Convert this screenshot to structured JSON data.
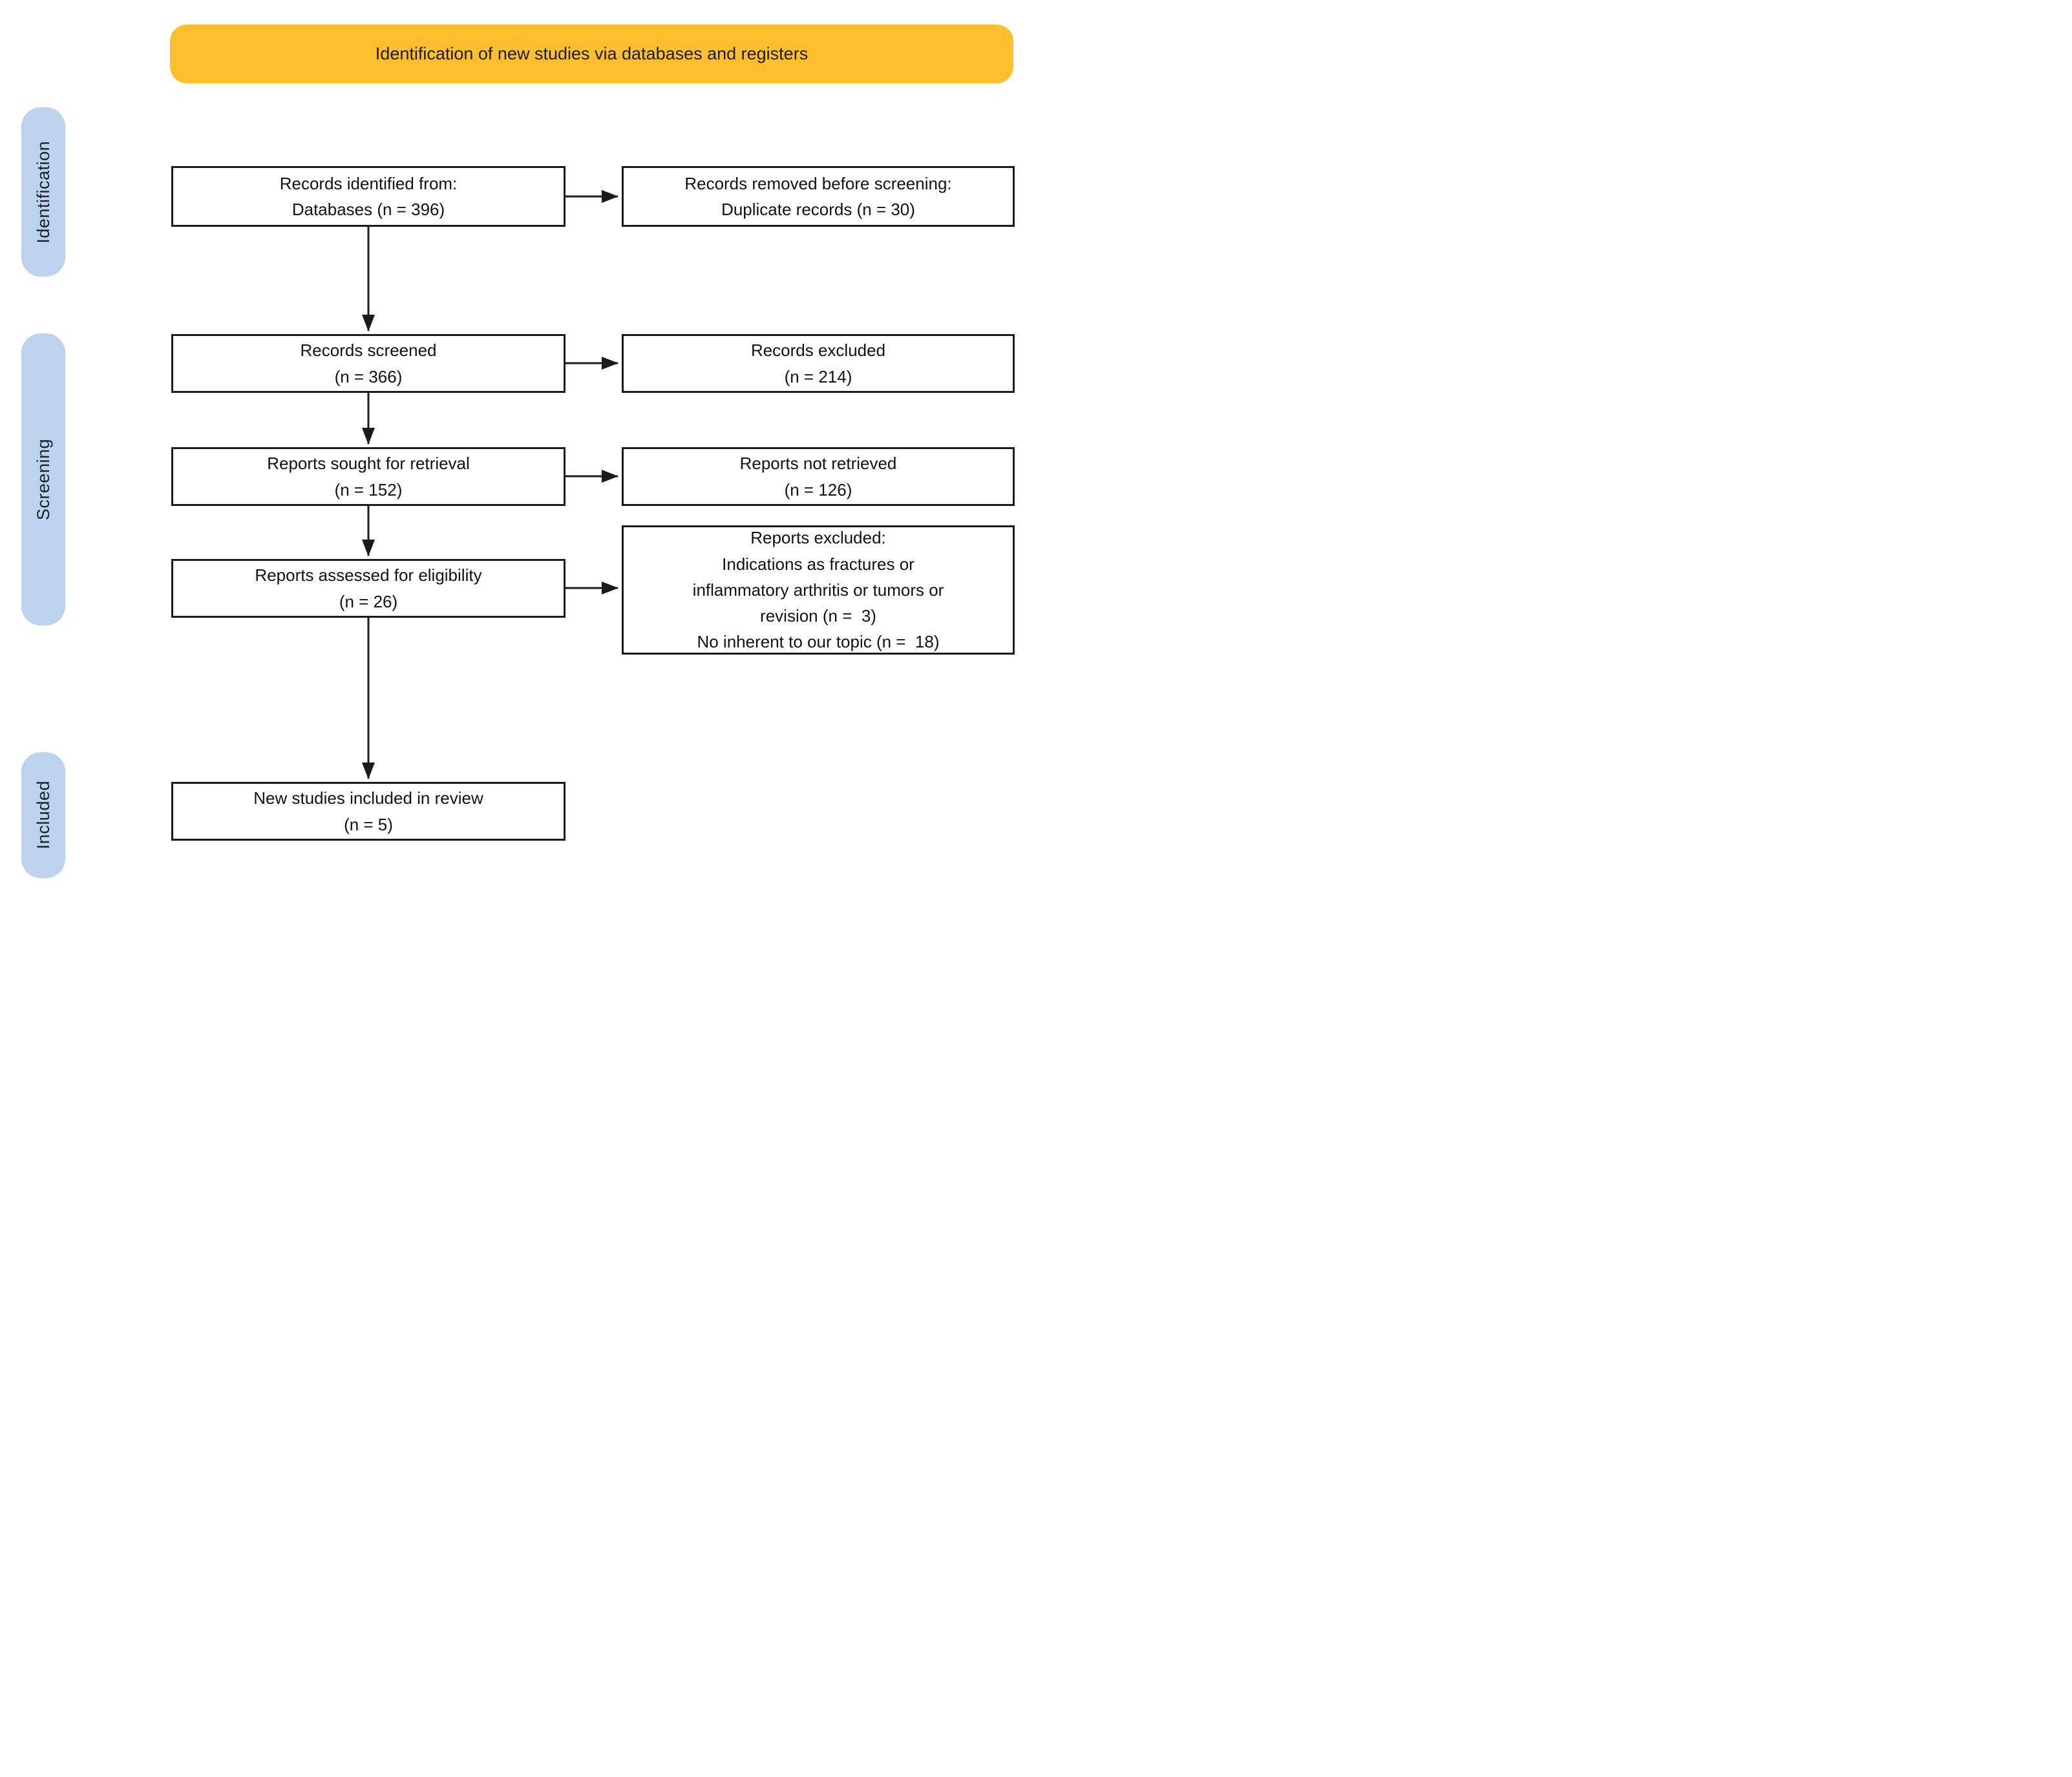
{
  "banner": {
    "label": "Identification of new studies via databases and registers"
  },
  "stages": [
    {
      "id": "identification",
      "label": "Identification"
    },
    {
      "id": "screening",
      "label": "Screening"
    },
    {
      "id": "included",
      "label": "Included"
    }
  ],
  "boxes": {
    "records_identified": {
      "lines": [
        "Records identified from:",
        "Databases (n = 396)"
      ]
    },
    "records_removed": {
      "lines": [
        "Records removed before screening:",
        "Duplicate records (n = 30)"
      ]
    },
    "records_screened": {
      "lines": [
        "Records screened",
        "(n = 366)"
      ]
    },
    "records_excluded": {
      "lines": [
        "Records excluded",
        "(n = 214)"
      ]
    },
    "reports_sought": {
      "lines": [
        "Reports sought for retrieval",
        "(n = 152)"
      ]
    },
    "reports_not_retrieved": {
      "lines": [
        "Reports not retrieved",
        "(n = 126)"
      ]
    },
    "reports_assessed": {
      "lines": [
        "Reports assessed for eligibility",
        "(n = 26)"
      ]
    },
    "reports_excluded": {
      "lines": [
        "Reports excluded:",
        "Indications as fractures or",
        "inflammatory arthritis or tumors or",
        "revision (n =  3)",
        "No inherent to our topic (n =  18)"
      ]
    },
    "new_studies": {
      "lines": [
        "New studies included in review",
        "(n = 5)"
      ]
    }
  },
  "colors": {
    "banner_bg": "#FDBF2D",
    "stage_bg": "#BDD2EC",
    "box_border": "#1B1B1B",
    "arrow": "#1B1B1B",
    "text": "#111111",
    "background": "#FFFFFF"
  }
}
